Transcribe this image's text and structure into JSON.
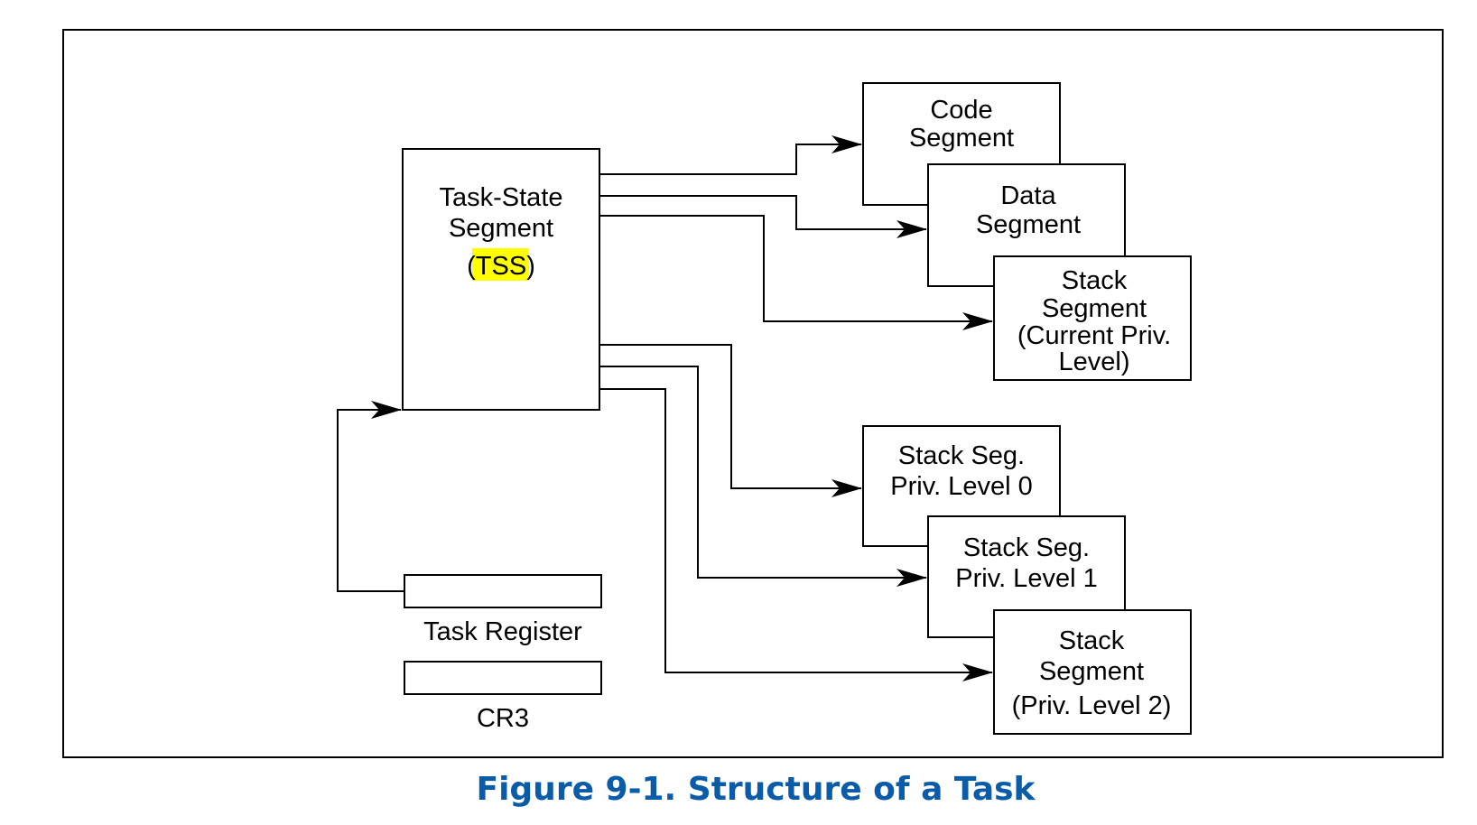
{
  "figure": {
    "caption": "Figure 9-1.  Structure of a Task",
    "highlight_color": "#ffff00",
    "caption_color": "#0a5ba8"
  },
  "tss": {
    "line1": "Task-State",
    "line2": "Segment",
    "open_paren": "(",
    "abbr": "TSS",
    "close_paren": ")"
  },
  "segments": {
    "code": [
      "Code",
      "Segment"
    ],
    "data": [
      "Data",
      "Segment"
    ],
    "stack_current": [
      "Stack",
      "Segment",
      "(Current Priv.",
      "Level)"
    ],
    "stack_pl0": [
      "Stack Seg.",
      "Priv. Level 0"
    ],
    "stack_pl1": [
      "Stack Seg.",
      "Priv. Level 1"
    ],
    "stack_pl2": [
      "Stack",
      "Segment",
      "(Priv. Level 2)"
    ]
  },
  "registers": {
    "task_register": "Task Register",
    "cr3": "CR3"
  }
}
